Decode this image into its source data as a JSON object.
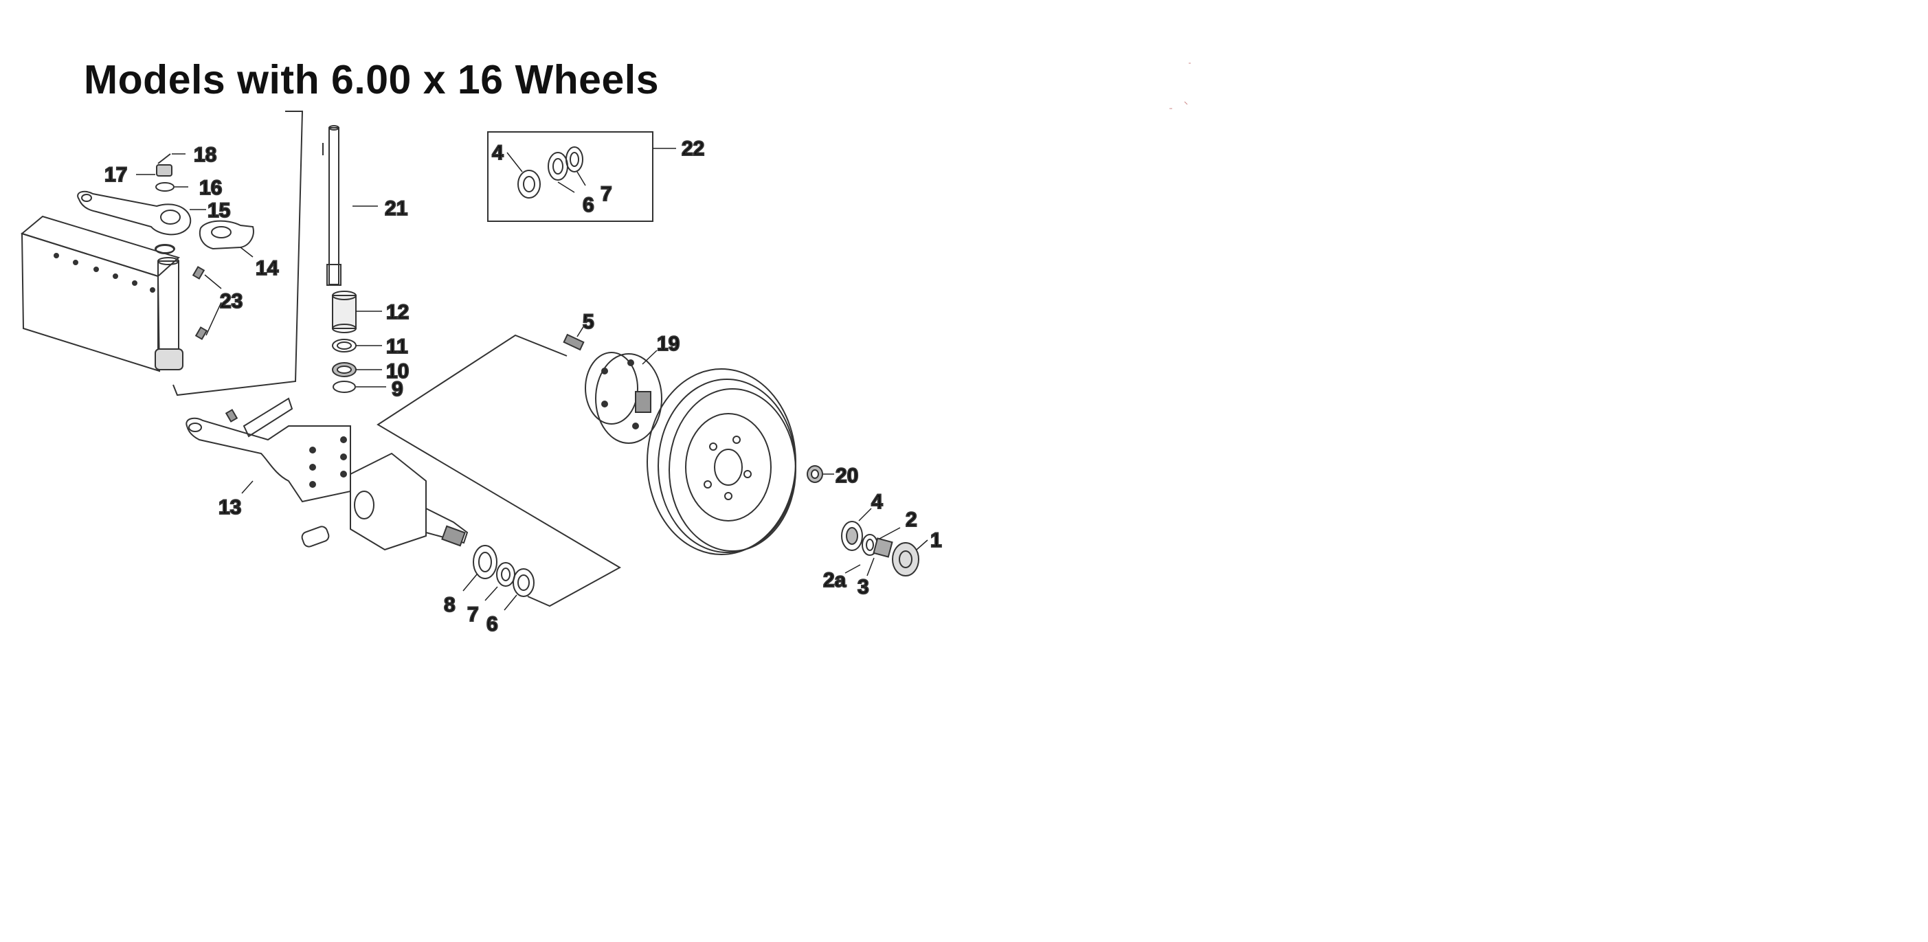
{
  "title": "Models with 6.00 x 16 Wheels",
  "colors": {
    "line": "#333333",
    "text": "#111111",
    "background": "#ffffff"
  },
  "callouts": {
    "c1": "1",
    "c2": "2",
    "c2a": "2a",
    "c3": "3",
    "c4a": "4",
    "c4b": "4",
    "c5": "5",
    "c6a": "6",
    "c6b": "6",
    "c7a": "7",
    "c7b": "7",
    "c8": "8",
    "c9": "9",
    "c10": "10",
    "c11": "11",
    "c12": "12",
    "c13": "13",
    "c14": "14",
    "c15": "15",
    "c16": "16",
    "c17": "17",
    "c18": "18",
    "c19": "19",
    "c20": "20",
    "c21": "21",
    "c22": "22",
    "c23": "23"
  }
}
